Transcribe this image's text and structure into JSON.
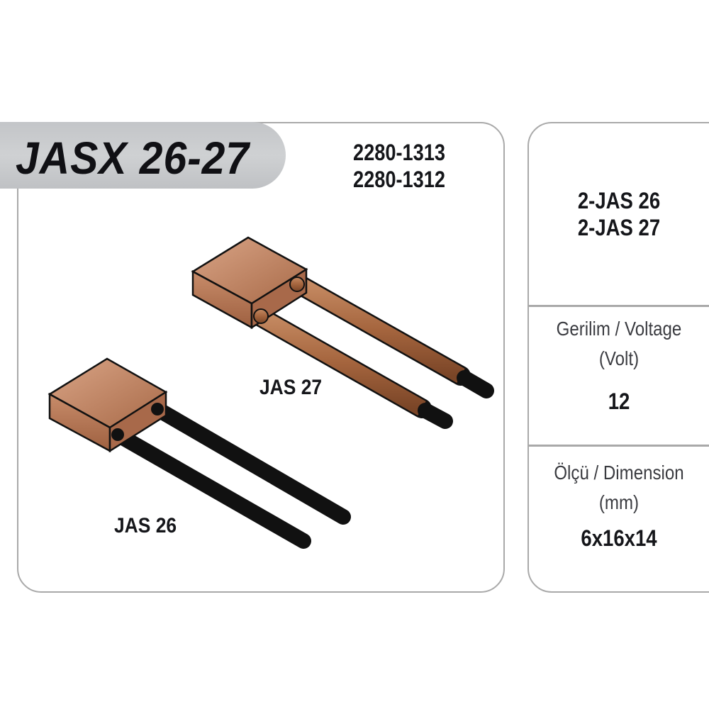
{
  "title": "JASX 26-27",
  "part_codes": [
    "2280-1313",
    "2280-1312"
  ],
  "products": [
    {
      "label": "JAS 27",
      "lead_color": "#a0603a",
      "lead_tip_color": "#111111"
    },
    {
      "label": "JAS 26",
      "lead_color": "#111111"
    }
  ],
  "brush_color": "#b87a5a",
  "specs": {
    "contents": [
      "2-JAS 26",
      "2-JAS 27"
    ],
    "voltage": {
      "label": "Gerilim / Voltage",
      "unit": "(Volt)",
      "value": "12"
    },
    "dimension": {
      "label": "Ölçü / Dimension",
      "unit": "(mm)",
      "value": "6x16x14"
    }
  }
}
